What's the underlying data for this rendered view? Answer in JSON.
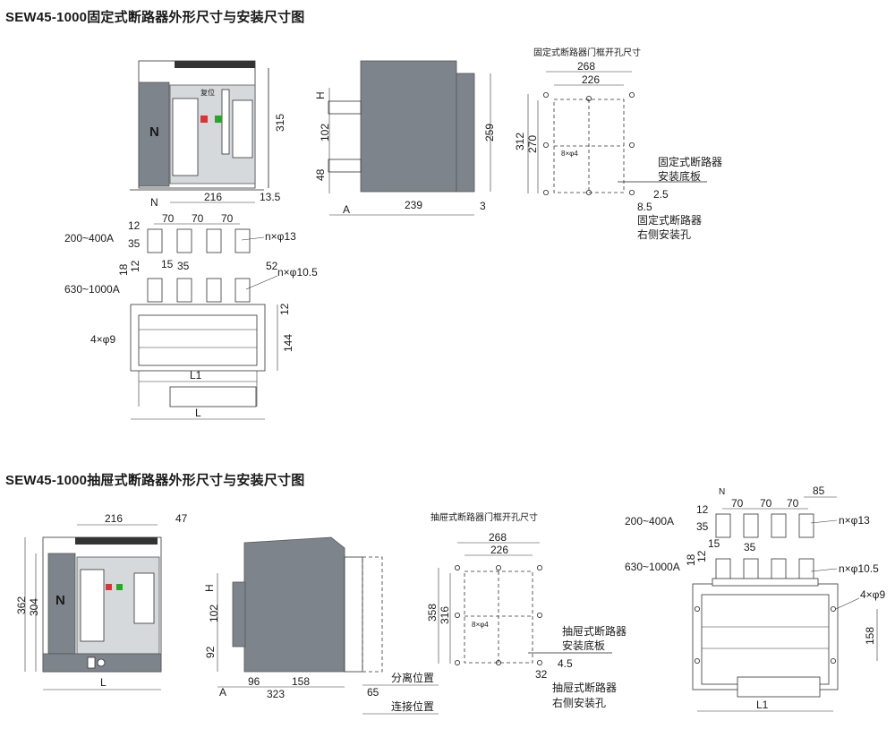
{
  "titles": {
    "fixed": "SEW45-1000固定式断路器外形尺寸与安装尺寸图",
    "drawout": "SEW45-1000抽屉式断路器外形尺寸与安装尺寸图"
  },
  "fixed": {
    "front": {
      "dim_315": "315",
      "dim_216": "216",
      "dim_13_5": "13.5",
      "label_N": "N",
      "label_fuwei": "复位",
      "badge_N": "N"
    },
    "busbar": {
      "range_small": "200~400A",
      "range_large": "630~1000A",
      "d70a": "70",
      "d70b": "70",
      "d70c": "70",
      "d12": "12",
      "d35": "35",
      "hole_small": "n×φ13",
      "d18": "18",
      "d12b": "12",
      "d15": "15",
      "d35b": "35",
      "d52": "52",
      "hole_large": "n×φ10.5"
    },
    "bottom": {
      "holes": "4×φ9",
      "d12": "12",
      "d144": "144",
      "L1": "L1",
      "L": "L"
    },
    "side": {
      "H": "H",
      "d102": "102",
      "d48": "48",
      "d259": "259",
      "A": "A",
      "d239": "239",
      "d3": "3"
    },
    "door": {
      "title": "固定式断路器门框开孔尺寸",
      "d268": "268",
      "d226": "226",
      "d312": "312",
      "d270": "270",
      "holes": "8×φ4",
      "base_line1": "固定式断路器",
      "base_line2": "安装底板",
      "d2_5": "2.5",
      "d8_5": "8.5",
      "side_line1": "固定式断路器",
      "side_line2": "右侧安装孔"
    }
  },
  "drawout": {
    "front": {
      "d216": "216",
      "d47": "47",
      "d362": "362",
      "d304": "304",
      "L": "L",
      "badge_N": "N"
    },
    "side": {
      "H": "H",
      "d102": "102",
      "d92": "92",
      "A": "A",
      "d96": "96",
      "d158": "158",
      "d323": "323",
      "d65": "65",
      "pos_sep": "分离位置",
      "pos_conn": "连接位置"
    },
    "door": {
      "title": "抽屉式断路器门框开孔尺寸",
      "d268": "268",
      "d226": "226",
      "d358": "358",
      "d316": "316",
      "holes": "8×φ4",
      "base_line1": "抽屉式断路器",
      "base_line2": "安装底板",
      "d4_5": "4.5",
      "d32": "32",
      "side_line1": "抽屉式断路器",
      "side_line2": "右侧安装孔"
    },
    "busbar": {
      "label_N": "N",
      "d85": "85",
      "d70a": "70",
      "d70b": "70",
      "d70c": "70",
      "range_small": "200~400A",
      "d12": "12",
      "d35": "35",
      "hole_small": "n×φ13",
      "range_large": "630~1000A",
      "d18": "18",
      "d12b": "12",
      "d15": "15",
      "d35b": "35",
      "hole_large": "n×φ10.5",
      "holes": "4×φ9",
      "d158": "158",
      "L1": "L1"
    }
  }
}
